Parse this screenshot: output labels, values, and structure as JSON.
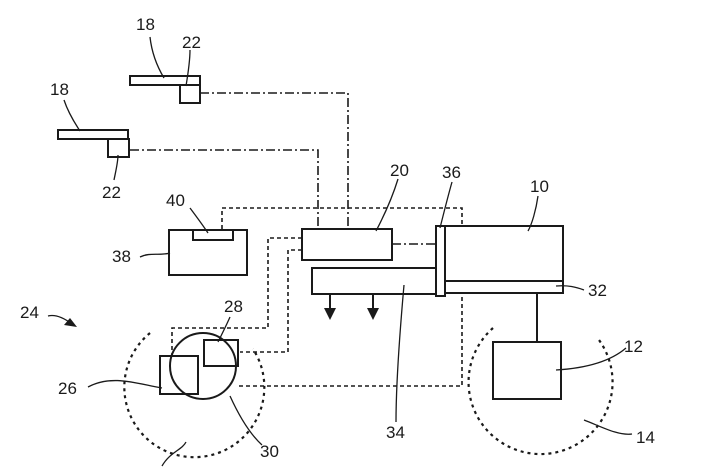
{
  "labels": {
    "l18a": "18",
    "l22a": "22",
    "l18b": "18",
    "l22b": "22",
    "l20": "20",
    "l36": "36",
    "l10": "10",
    "l40": "40",
    "l38": "38",
    "l32": "32",
    "l24": "24",
    "l28": "28",
    "l12": "12",
    "l26": "26",
    "l34": "34",
    "l14": "14",
    "l30": "30"
  },
  "colors": {
    "ink": "#1a1a1a",
    "background": "#ffffff"
  }
}
